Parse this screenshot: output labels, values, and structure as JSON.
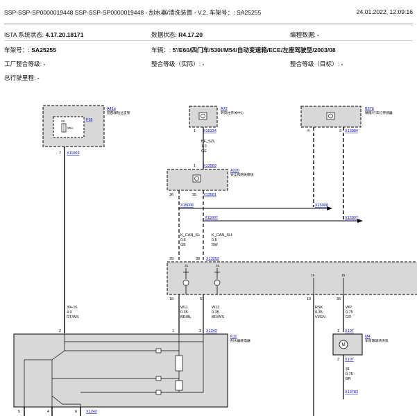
{
  "header": {
    "left": "SSP-SSP-SP0000019448 SSP-SSP-SP0000019448 - 刮水器/清洗装置 - V.2, 车架号：: SA25255",
    "right": "24.01.2022, 12:09:16"
  },
  "meta": {
    "ista_label": "ISTA 系统状态: ",
    "ista_value": "4.17.20.18171",
    "data_label": "数据状态: ",
    "data_value": "R4.17.20",
    "prog_label": "编程数据: ",
    "prog_value": "-",
    "vin_label": "车架号：: ",
    "vin_value": "SA25255",
    "vehicle_label": "车辆：: ",
    "vehicle_value": "5'/E60/四门车/530i/M54/自动变速箱/ECE/左座驾驶型/2003/08",
    "factory_label": "工厂整合等级: ",
    "factory_value": "-",
    "actual_label": "整合等级（实际）: ",
    "actual_value": "-",
    "target_label": "整合等级（目标）: ",
    "target_value": "-",
    "mileage_label": "总行驶里程: ",
    "mileage_value": "-"
  },
  "diagram": {
    "a41a": {
      "id": "A41a",
      "name": "前部保险丝支架"
    },
    "f16": {
      "id": "F16",
      "num": "20",
      "amp": "30A"
    },
    "x11003": {
      "pin": "7",
      "id": "X11003"
    },
    "a72": {
      "id": "A72",
      "name": "转向柱开关中心"
    },
    "x10334": {
      "pin": "1",
      "id": "X10334"
    },
    "bf_szl": {
      "name": "BF_SZL",
      "size": "1.0",
      "color": "GE"
    },
    "x13583": {
      "pin": "1",
      "id": "X13583"
    },
    "a220": {
      "id": "A220",
      "name": "安全和网关模块"
    },
    "x13581": {
      "pin36": "36",
      "pin35": "35",
      "id": "X13581"
    },
    "b57b": {
      "id": "B57b",
      "name": "晴雨/行车灯传感器"
    },
    "x13084": {
      "pin4": "4",
      "pin3": "3",
      "id": "X13084"
    },
    "x15008a": "X15008",
    "x15008b": "X15008",
    "x15007a": "X15007",
    "x15007b": "X15007",
    "kcan_sl": {
      "name": "K_CAN_SL",
      "size": "0.5",
      "color": "GE"
    },
    "kcan_sh": {
      "name": "K_CAN_SH",
      "size": "0.5",
      "color": "SW"
    },
    "x13252": {
      "pin39": "39",
      "pin38": "38",
      "id": "X13252"
    },
    "inner_pins": {
      "p31a": "31",
      "p31b": "31",
      "p18a": "18",
      "p18b": "18"
    },
    "lower_pins": {
      "p18": "18",
      "p51": "51",
      "p10": "10",
      "p36": "36"
    },
    "w11": {
      "name": "W11",
      "size": "0.35",
      "color": "BR/BL"
    },
    "w12": {
      "name": "W12",
      "size": "0.35",
      "color": "BR/WS"
    },
    "rsk": {
      "name": "RSK",
      "size": "0.35",
      "color": "VI/GN"
    },
    "wp": {
      "name": "WP",
      "size": "0.75",
      "color": "GR"
    },
    "w30": {
      "name": "30+16",
      "size": "4.0",
      "color": "RT/WS"
    },
    "k11": {
      "id": "K11",
      "name": "刮水器继电器",
      "pin2": "2",
      "pin1": "1",
      "pin3": "3",
      "conn": "X1242"
    },
    "x107a": {
      "pin": "1",
      "id": "X107"
    },
    "m4": {
      "id": "M4",
      "name": "车窗玻璃清洗泵"
    },
    "x107b": {
      "pin": "2",
      "id": "X107"
    },
    "w31": {
      "name": "31",
      "size": "0.75",
      "color": "BR"
    },
    "x13783": "X13783",
    "bottom": {
      "p5": "5",
      "p4": "4",
      "p6": "6",
      "conn": "X1242"
    },
    "colors": {
      "link": "#0000cc",
      "box_fill": "#d8d8d8",
      "line": "#000000"
    }
  }
}
